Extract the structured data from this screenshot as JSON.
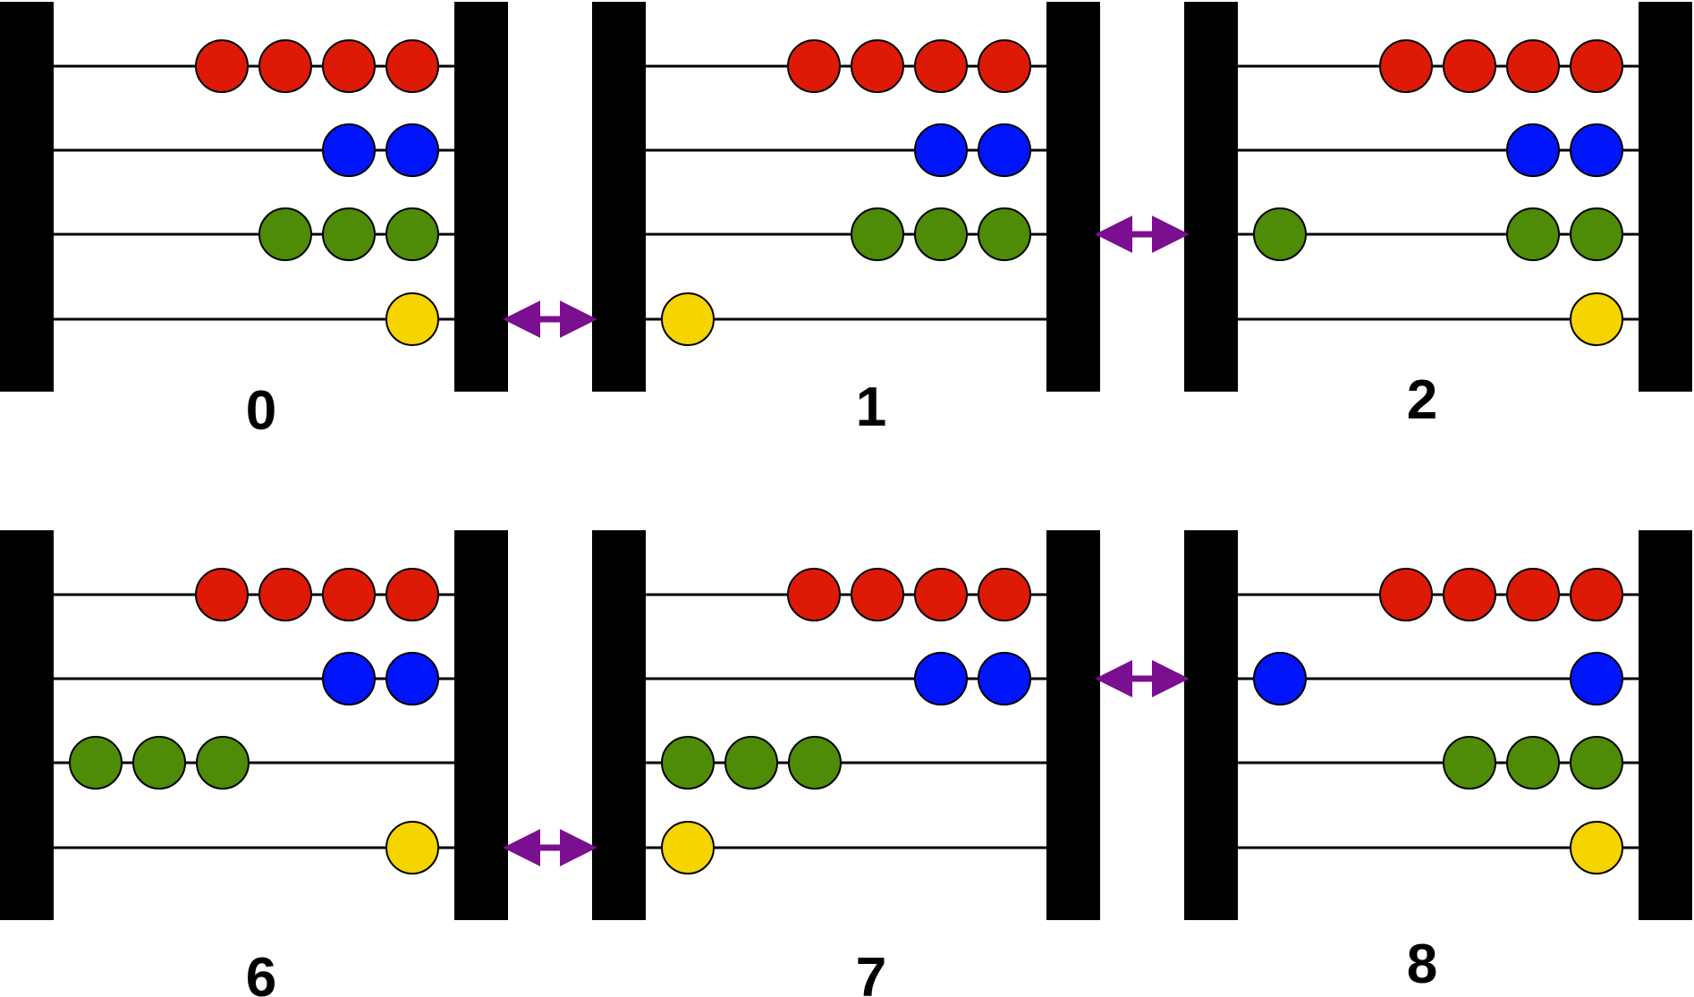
{
  "colors": {
    "frame": "#000000",
    "rod": "#000000",
    "arrow": "#7a0f8f",
    "bead_outline": "#000000",
    "row_colors": [
      "#dd1a06",
      "#0015fb",
      "#4e8b06",
      "#f5d400"
    ]
  },
  "bead_capacity_per_row": [
    4,
    2,
    3,
    1
  ],
  "abacus_states": [
    {
      "label": "0",
      "right_counts": [
        4,
        2,
        3,
        1
      ]
    },
    {
      "label": "1",
      "right_counts": [
        4,
        2,
        3,
        0
      ]
    },
    {
      "label": "2",
      "right_counts": [
        4,
        2,
        2,
        1
      ]
    },
    {
      "label": "6",
      "right_counts": [
        4,
        2,
        0,
        1
      ]
    },
    {
      "label": "7",
      "right_counts": [
        4,
        2,
        0,
        0
      ]
    },
    {
      "label": "8",
      "right_counts": [
        4,
        1,
        3,
        1
      ]
    }
  ],
  "transitions": [
    {
      "from": "0",
      "to": "1",
      "changed_row": 3
    },
    {
      "from": "1",
      "to": "2",
      "changed_row": 2
    },
    {
      "from": "6",
      "to": "7",
      "changed_row": 3
    },
    {
      "from": "7",
      "to": "8",
      "changed_row": 1
    }
  ]
}
